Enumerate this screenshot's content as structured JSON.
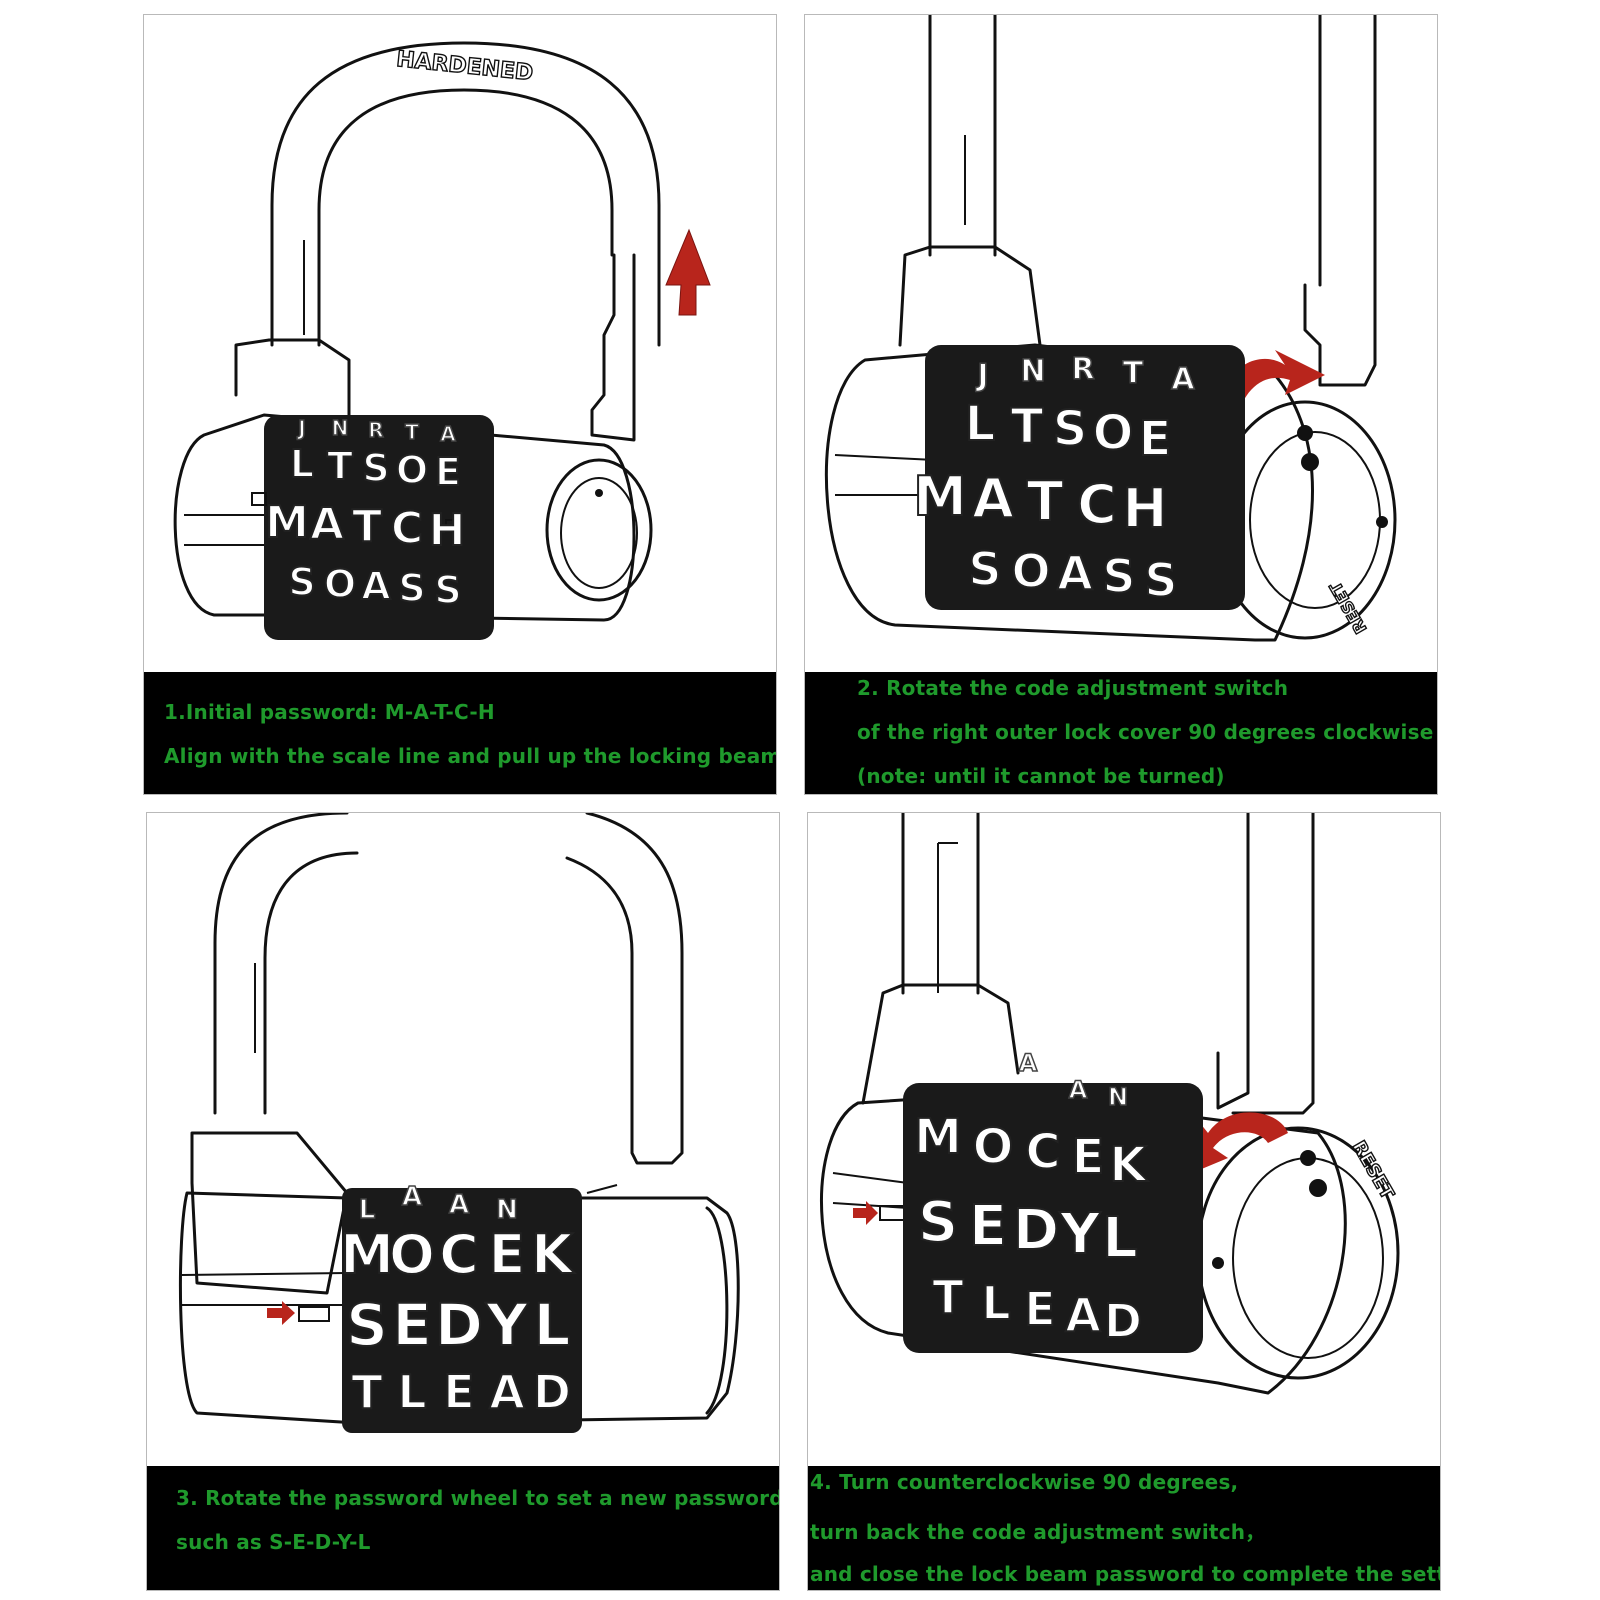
{
  "panels": [
    {
      "caption": [
        "1.Initial password: M-A-T-C-H",
        "Align with the scale line and pull up the locking beam"
      ],
      "shackle_text": "HARDENED",
      "wheels": {
        "top": [
          "J",
          "N",
          "R",
          "T",
          "A"
        ],
        "upper": [
          "L",
          "T",
          "S",
          "O",
          "E"
        ],
        "main": [
          "M",
          "A",
          "T",
          "C",
          "H"
        ],
        "lower": [
          "S",
          "O",
          "A",
          "S",
          "S"
        ]
      },
      "arrow": "arrow-up-icon"
    },
    {
      "caption": [
        "2. Rotate the code adjustment switch",
        "of the right outer lock cover 90 degrees clockwise",
        "(note: until it cannot be turned)"
      ],
      "wheels": {
        "top": [
          "J",
          "N",
          "R",
          "T",
          "A"
        ],
        "upper": [
          "L",
          "T",
          "S",
          "O",
          "E"
        ],
        "main": [
          "M",
          "A",
          "T",
          "C",
          "H"
        ],
        "lower": [
          "S",
          "O",
          "A",
          "S",
          "S"
        ]
      },
      "cap_text": "RESET",
      "arrow": "clockwise-arrow-icon"
    },
    {
      "caption": [
        "3. Rotate the password wheel to set a new password,",
        "such as S-E-D-Y-L"
      ],
      "wheels": {
        "top": [
          "L",
          "A",
          "A",
          "N",
          ""
        ],
        "upper": [
          "M",
          "O",
          "C",
          "E",
          "K"
        ],
        "main": [
          "S",
          "E",
          "D",
          "Y",
          "L"
        ],
        "lower": [
          "T",
          "L",
          "E",
          "A",
          "D"
        ]
      },
      "arrow": "pointer-arrow-icon"
    },
    {
      "caption": [
        "4. Turn counterclockwise 90 degrees,",
        "turn back the code adjustment switch，",
        "and close the lock beam password to complete the setting"
      ],
      "wheels": {
        "top": [
          "",
          "A",
          "A",
          "N",
          ""
        ],
        "upper": [
          "M",
          "O",
          "C",
          "E",
          "K"
        ],
        "main": [
          "S",
          "E",
          "D",
          "Y",
          "L"
        ],
        "lower": [
          "T",
          "L",
          "E",
          "A",
          "D"
        ]
      },
      "cap_text": "RESET",
      "arrow": "counterclockwise-arrow-icon"
    }
  ],
  "colors": {
    "caption_background": "#000000",
    "caption_text": "#1f9a2c",
    "arrow": "#b8251c",
    "outline": "#111111"
  }
}
